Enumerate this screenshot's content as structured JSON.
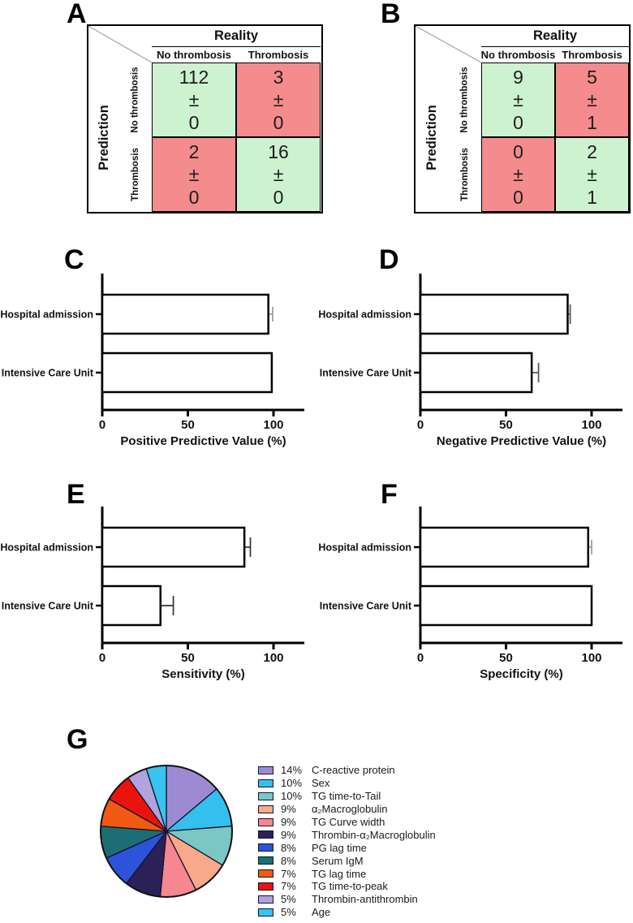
{
  "figure": {
    "panel_letters": {
      "a": "A",
      "b": "B",
      "c": "C",
      "d": "D",
      "e": "E",
      "f": "F",
      "g": "G"
    }
  },
  "matrix_common": {
    "reality_label": "Reality",
    "prediction_label": "Prediction",
    "col_headers": [
      "No thrombosis",
      "Thrombosis"
    ],
    "row_headers": [
      "No thrombosis",
      "Thrombosis"
    ],
    "plus_minus": "±",
    "match_color": "#cdf2cf",
    "mismatch_color": "#f48b8c"
  },
  "chart_data": [
    {
      "type": "table",
      "panel": "A",
      "corner_col_label": "Reality",
      "corner_row_label": "Prediction",
      "col_headers": [
        "No thrombosis",
        "Thrombosis"
      ],
      "row_headers": [
        "No thrombosis",
        "Thrombosis"
      ],
      "cells": [
        [
          {
            "value": "112",
            "sd": "0",
            "status": "match"
          },
          {
            "value": "3",
            "sd": "0",
            "status": "mismatch"
          }
        ],
        [
          {
            "value": "2",
            "sd": "0",
            "status": "mismatch"
          },
          {
            "value": "16",
            "sd": "0",
            "status": "match"
          }
        ]
      ]
    },
    {
      "type": "table",
      "panel": "B",
      "corner_col_label": "Reality",
      "corner_row_label": "Prediction",
      "col_headers": [
        "No thrombosis",
        "Thrombosis"
      ],
      "row_headers": [
        "No thrombosis",
        "Thrombosis"
      ],
      "cells": [
        [
          {
            "value": "9",
            "sd": "0",
            "status": "match"
          },
          {
            "value": "5",
            "sd": "1",
            "status": "mismatch"
          }
        ],
        [
          {
            "value": "0",
            "sd": "0",
            "status": "mismatch"
          },
          {
            "value": "2",
            "sd": "1",
            "status": "match"
          }
        ]
      ]
    },
    {
      "type": "bar",
      "panel": "C",
      "orientation": "horizontal",
      "categories": [
        "Hospital admission",
        "Intensive Care Unit"
      ],
      "values": [
        97,
        99
      ],
      "errors": [
        2.5,
        0
      ],
      "xlabel": "Positive Predictive Value (%)",
      "xticks": [
        0,
        50,
        100
      ],
      "xlim": [
        0,
        118
      ],
      "bar_fill": "#ffffff",
      "bar_stroke": "#000000",
      "error_bar_color": "#999999"
    },
    {
      "type": "bar",
      "panel": "D",
      "orientation": "horizontal",
      "categories": [
        "Hospital admission",
        "Intensive Care Unit"
      ],
      "values": [
        86,
        65
      ],
      "errors": [
        1.5,
        4
      ],
      "xlabel": "Negative Predictive Value (%)",
      "xticks": [
        0,
        50,
        100
      ],
      "xlim": [
        0,
        118
      ],
      "bar_fill": "#ffffff",
      "bar_stroke": "#000000",
      "error_bar_color": "#555555"
    },
    {
      "type": "bar",
      "panel": "E",
      "orientation": "horizontal",
      "categories": [
        "Hospital admission",
        "Intensive Care Unit"
      ],
      "values": [
        83,
        34
      ],
      "errors": [
        3.5,
        7.5
      ],
      "xlabel": "Sensitivity (%)",
      "xticks": [
        0,
        50,
        100
      ],
      "xlim": [
        0,
        118
      ],
      "bar_fill": "#ffffff",
      "bar_stroke": "#000000",
      "error_bar_color": "#333333"
    },
    {
      "type": "bar",
      "panel": "F",
      "orientation": "horizontal",
      "categories": [
        "Hospital admission",
        "Intensive Care Unit"
      ],
      "values": [
        98,
        100
      ],
      "errors": [
        2,
        0
      ],
      "xlabel": "Specificity (%)",
      "xticks": [
        0,
        50,
        100
      ],
      "xlim": [
        0,
        118
      ],
      "bar_fill": "#ffffff",
      "bar_stroke": "#000000",
      "error_bar_color": "#999999"
    },
    {
      "type": "pie",
      "panel": "G",
      "start_angle_deg": -90,
      "direction": "clockwise",
      "legend_position": "right",
      "slices": [
        {
          "pct": 14,
          "label": "C-reactive protein",
          "color": "#9c8bd4"
        },
        {
          "pct": 10,
          "label": "Sex",
          "color": "#33c0ef"
        },
        {
          "pct": 10,
          "label": "TG time-to-Tail",
          "color": "#7ac7c6"
        },
        {
          "pct": 9,
          "label": "α₂Macroglobulin",
          "color": "#f8a88b"
        },
        {
          "pct": 9,
          "label": "TG Curve width",
          "color": "#f6868f"
        },
        {
          "pct": 9,
          "label": "Thrombin-α₂Macroglobulin",
          "color": "#2b2058"
        },
        {
          "pct": 8,
          "label": "PG lag time",
          "color": "#2c53da"
        },
        {
          "pct": 8,
          "label": "Serum IgM",
          "color": "#1d6d75"
        },
        {
          "pct": 7,
          "label": "TG lag time",
          "color": "#f05a11"
        },
        {
          "pct": 7,
          "label": "TG time-to-peak",
          "color": "#ea130e"
        },
        {
          "pct": 5,
          "label": "Thrombin-antithrombin",
          "color": "#b2a2dd"
        },
        {
          "pct": 5,
          "label": "Age",
          "color": "#38c4ee"
        }
      ]
    }
  ]
}
